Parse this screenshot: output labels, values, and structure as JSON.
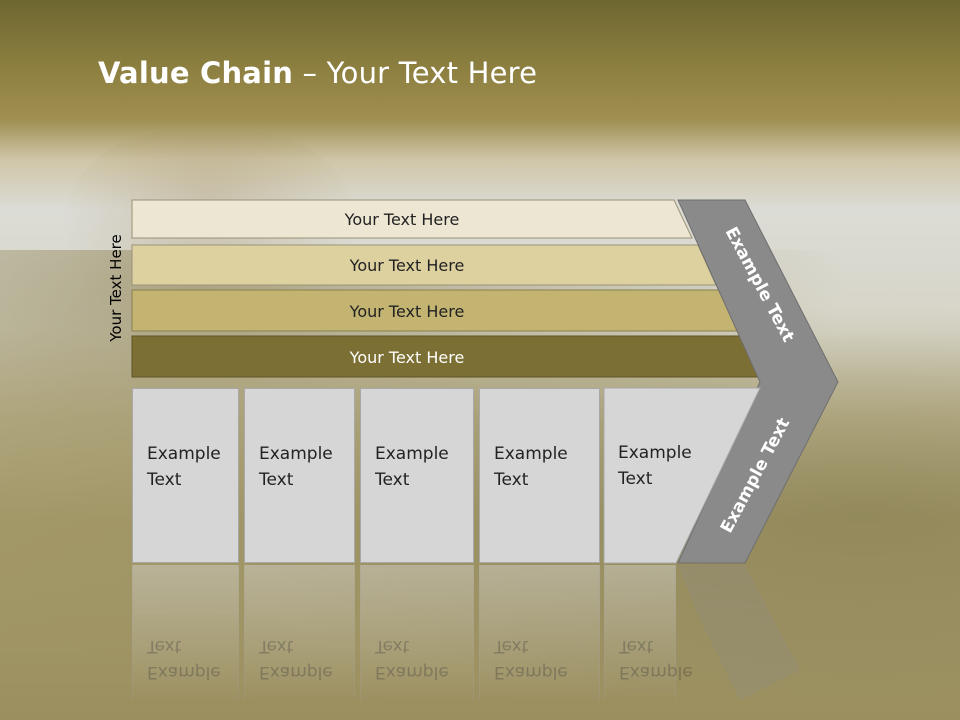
{
  "slide": {
    "title_bold": "Value Chain",
    "title_rest": " – Your Text Here",
    "side_label": "Your Text Here"
  },
  "bars": [
    {
      "label": "Your Text Here",
      "color": "#ece6d2"
    },
    {
      "label": "Your Text Here",
      "color": "#ddd1a0"
    },
    {
      "label": "Your Text Here",
      "color": "#c3b472"
    },
    {
      "label": "Your Text Here",
      "color": "#7c6f33"
    }
  ],
  "boxes": [
    {
      "line1": "Example",
      "line2": "Text"
    },
    {
      "line1": "Example",
      "line2": "Text"
    },
    {
      "line1": "Example",
      "line2": "Text"
    },
    {
      "line1": "Example",
      "line2": "Text"
    },
    {
      "line1": "Example",
      "line2": "Text"
    }
  ],
  "chevron": {
    "upper_label": "Example Text",
    "lower_label": "Example Text",
    "color": "#8a8a8a"
  }
}
